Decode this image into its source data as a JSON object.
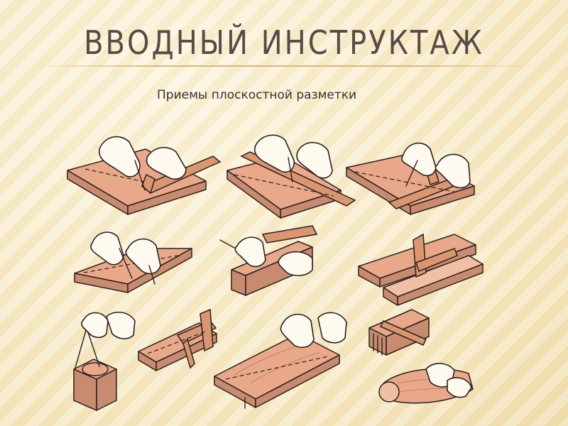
{
  "slide": {
    "title": "ВВОДНЫЙ ИНСТРУКТАЖ",
    "subtitle": "Приемы плоскостной разметки"
  },
  "illustration": {
    "panel_count": 12,
    "wood_color": "#e8a889",
    "wood_dark": "#c98b6f",
    "ink_color": "#2a2020"
  }
}
